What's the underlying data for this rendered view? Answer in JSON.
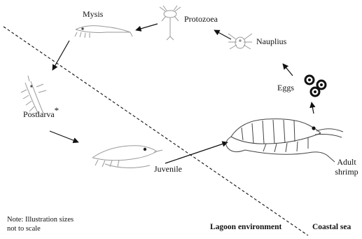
{
  "stages": {
    "mysis": "Mysis",
    "protozoea": "Protozoea",
    "nauplius": "Nauplius",
    "eggs": "Eggs",
    "postlarva": "Postlarva",
    "postlarva_mark": "*",
    "juvenile": "Juvenile",
    "adult_line1": "Adult",
    "adult_line2": "shrimp"
  },
  "note": {
    "line1": "Note: Illustration sizes",
    "line2": "not to scale"
  },
  "environments": {
    "lagoon": "Lagoon environment",
    "coastal": "Coastal sea"
  },
  "colors": {
    "ink": "#111111",
    "sketch": "#9a9a9a",
    "egg": "#111111"
  }
}
